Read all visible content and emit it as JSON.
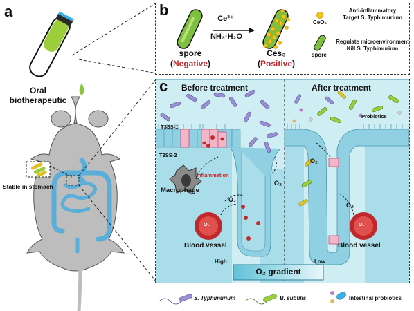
{
  "panels": {
    "a": "a",
    "b": "b",
    "c": "c"
  },
  "panel_a": {
    "oral_line1": "Oral",
    "oral_line2": "biotherapeutic",
    "stomach": "Stable in stomach"
  },
  "panel_b": {
    "spore": "spore",
    "negative_open": "(",
    "negative": "Negative",
    "negative_close": ")",
    "reagent1": "Ce³⁺",
    "reagent2": "NH₃·H₂O",
    "ces3": "Ces₃",
    "positive_open": "(",
    "positive": "Positive",
    "positive_close": ")",
    "ceo2_label": "CeO₂",
    "ceo2_desc1": "Anti-inflammatory",
    "ceo2_desc2": "Target S. Typhimurium",
    "spore_label": "spore",
    "spore_desc1": "Regulate microenvironment",
    "spore_desc2": "Kill S. Typhimurium"
  },
  "panel_c": {
    "before": "Before treatment",
    "after": "After treatment",
    "t3ss1": "T3SS-1",
    "t3ss2": "T3SS-2",
    "inflammation": "Inflammation",
    "macrophage": "Macrophage",
    "o2": "O₂",
    "o2_cell": "O₂",
    "blood_vessel": "Blood vessel",
    "probiotics": "Probiotics",
    "high": "High",
    "low": "Low",
    "gradient": "O₂ gradient"
  },
  "legend": {
    "salmonella": "S. Typhimurium",
    "bsubtilis": "B. subtilis",
    "probiotics": "Intestinal probiotics"
  },
  "colors": {
    "spore_green": "#7fbf3f",
    "ceo2_yellow": "#f2c318",
    "lumen_blue": "#cfeef4",
    "tissue_blue": "#a9dde9",
    "negative_red": "#c0282c",
    "intestine_blue": "#5aaed9",
    "mouse_gray": "#bdbdbd"
  }
}
